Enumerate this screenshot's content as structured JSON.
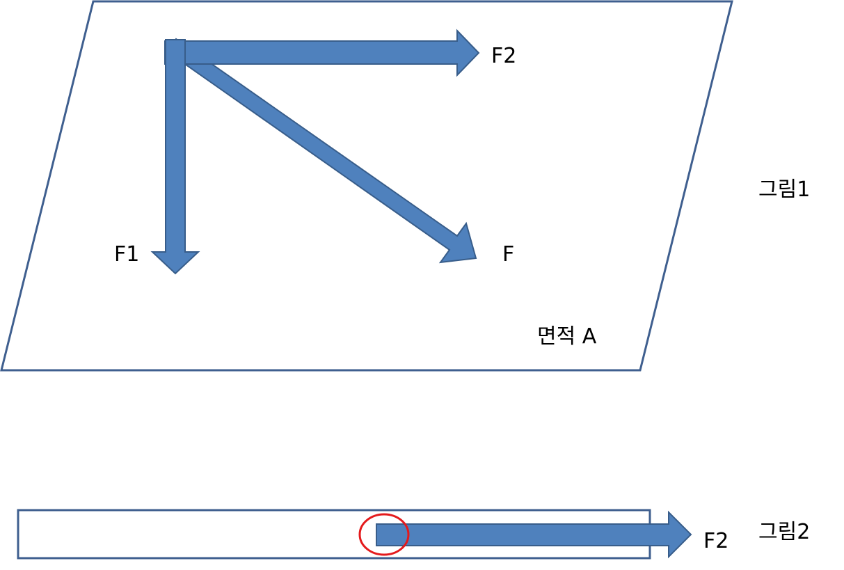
{
  "figure1": {
    "caption": "그림1",
    "area_label": "면적 A",
    "forces": {
      "f1": "F1",
      "f2": "F2",
      "f": "F"
    }
  },
  "figure2": {
    "caption": "그림2",
    "force_label": "F2"
  },
  "colors": {
    "arrow_fill": "#4f81bd",
    "arrow_stroke": "#385d8a",
    "outline": "#3f5f8f",
    "highlight_circle": "#e41a1c",
    "text": "#000000"
  }
}
